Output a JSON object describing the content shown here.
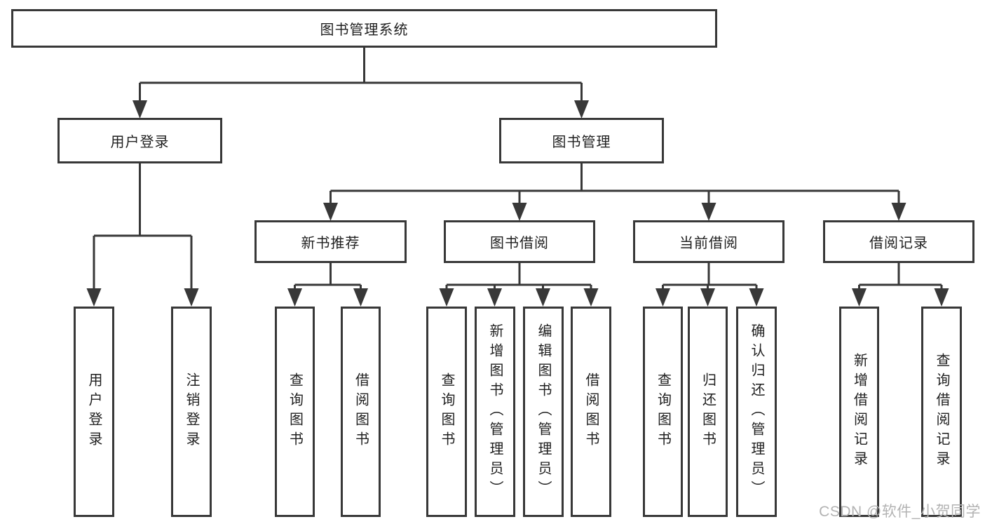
{
  "colors": {
    "line": "#383838",
    "box_border": "#383838",
    "text": "#1f1f1f",
    "watermark": "#b3b3b3",
    "background": "#ffffff"
  },
  "watermark": {
    "text": "CSDN @软件_小贺同学"
  },
  "tree": {
    "label": "图书管理系统",
    "children": [
      {
        "label": "用户登录",
        "children": [
          {
            "label": "用户登录"
          },
          {
            "label": "注销登录"
          }
        ]
      },
      {
        "label": "图书管理",
        "children": [
          {
            "label": "新书推荐",
            "children": [
              {
                "label": "查询图书"
              },
              {
                "label": "借阅图书"
              }
            ]
          },
          {
            "label": "图书借阅",
            "children": [
              {
                "label": "查询图书"
              },
              {
                "label": "新增图书（管理员）"
              },
              {
                "label": "编辑图书（管理员）"
              },
              {
                "label": "借阅图书"
              }
            ]
          },
          {
            "label": "当前借阅",
            "children": [
              {
                "label": "查询图书"
              },
              {
                "label": "归还图书"
              },
              {
                "label": "确认归还（管理员）"
              }
            ]
          },
          {
            "label": "借阅记录",
            "children": [
              {
                "label": "新增借阅记录"
              },
              {
                "label": "查询借阅记录"
              }
            ]
          }
        ]
      }
    ]
  }
}
